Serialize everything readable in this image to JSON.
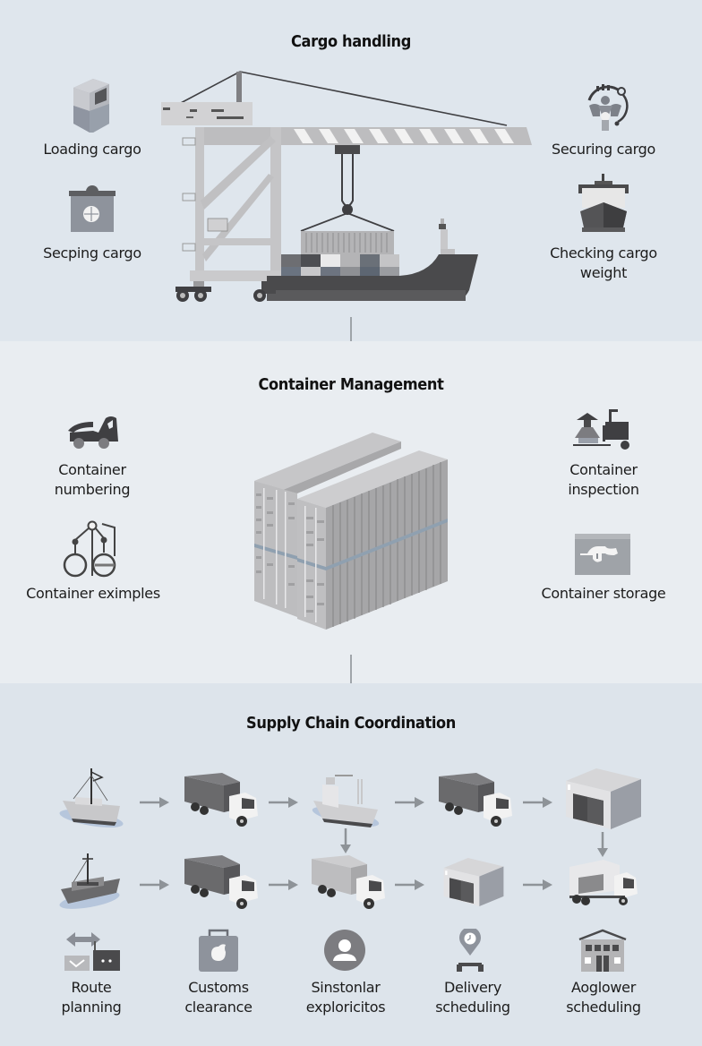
{
  "colors": {
    "section1_bg": "#dfe6ed",
    "section2_bg": "#e9edf1",
    "section3_bg": "#dde4eb",
    "arrow": "#8e9398",
    "dark_gray": "#4a4a4c",
    "mid_gray": "#7d8189",
    "light_gray": "#c9c9cb"
  },
  "sections": {
    "cargo_handling": {
      "title": "Cargo handling",
      "items": [
        {
          "label": "Loading cargo",
          "icon": "cargo-box-icon"
        },
        {
          "label": "Secping cargo",
          "icon": "locked-bin-icon"
        },
        {
          "label": "Securing cargo",
          "icon": "team-gear-icon"
        },
        {
          "label": "Checking cargo weight",
          "line1": "Checking cargo",
          "line2": "weight",
          "icon": "ship-icon"
        }
      ],
      "illustration": "gantry-crane-loading-ship"
    },
    "container_management": {
      "title": "Container Management",
      "items": [
        {
          "label": "Container numbering",
          "line1": "Container",
          "line2": "numbering",
          "icon": "tow-truck-icon"
        },
        {
          "label": "Container eximples",
          "icon": "scale-balance-icon"
        },
        {
          "label": "Container inspection",
          "line1": "Container",
          "line2": "inspection",
          "icon": "inspection-station-icon"
        },
        {
          "label": "Container storage",
          "icon": "storage-box-icon"
        }
      ],
      "illustration": "stacked-shipping-containers"
    },
    "supply_chain": {
      "title": "Supply Chain Coordination",
      "flow_row1": [
        "fishing-ship",
        "dark-truck",
        "cargo-ship",
        "dark-truck",
        "warehouse"
      ],
      "flow_row2": [
        "small-boat",
        "dark-truck",
        "light-truck",
        "warehouse",
        "flatbed-truck"
      ],
      "items": [
        {
          "label": "Route planning",
          "line1": "Route",
          "line2": "planning",
          "icon": "route-icon"
        },
        {
          "label": "Customs clearance",
          "line1": "Customs",
          "line2": "clearance",
          "icon": "customs-bag-icon"
        },
        {
          "label": "Sinstonlar exploricitos",
          "line1": "Sinstonlar",
          "line2": "exploricitos",
          "icon": "person-circle-icon"
        },
        {
          "label": "Delivery scheduling",
          "line1": "Delivery",
          "line2": "scheduling",
          "icon": "location-clock-icon"
        },
        {
          "label": "Aoglower scheduling",
          "line1": "Aoglower",
          "line2": "scheduling",
          "icon": "building-icon"
        }
      ]
    }
  }
}
